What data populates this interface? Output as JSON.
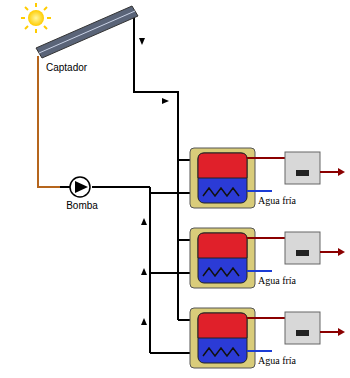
{
  "diagram": {
    "nodes": [
      {
        "text": [
          "Captador"
        ]
      },
      {
        "text": [
          "Bomba"
        ]
      }
    ],
    "edges": [
      {
        "from": 1,
        "to": 0,
        "arrow": "none"
      }
    ],
    "labels": [
      "Agua fría",
      "Agua fría",
      "Agua fría"
    ]
  }
}
